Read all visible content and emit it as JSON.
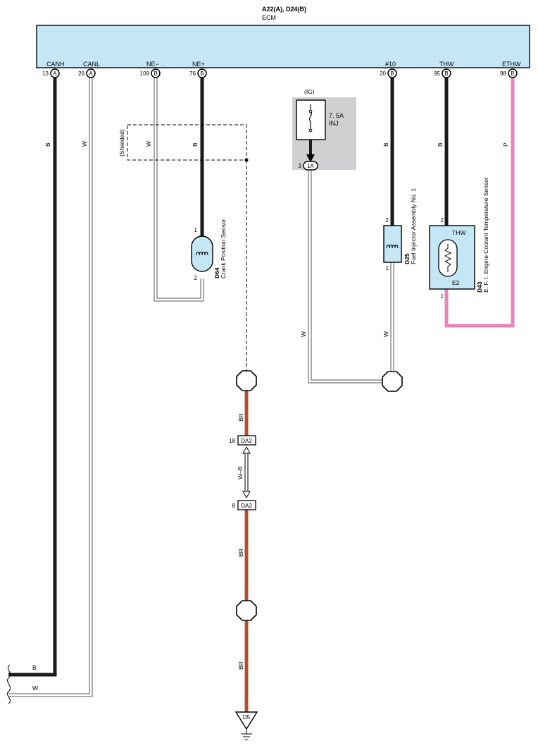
{
  "ecm": {
    "connectors": "A22(A), D24(B)",
    "name": "ECM",
    "pins": [
      {
        "label": "CANH",
        "num": "13",
        "conn": "A"
      },
      {
        "label": "CANL",
        "num": "26",
        "conn": "A"
      },
      {
        "label": "NE−",
        "num": "109",
        "conn": "B"
      },
      {
        "label": "NE+",
        "num": "76",
        "conn": "B"
      },
      {
        "label": "#10",
        "num": "20",
        "conn": "B"
      },
      {
        "label": "THW",
        "num": "95",
        "conn": "B"
      },
      {
        "label": "ETHW",
        "num": "98",
        "conn": "B"
      }
    ],
    "fill_color": "#c4e6f5"
  },
  "wires": {
    "canh": "B",
    "canl": "W",
    "ne_minus": "W",
    "ne_plus": "B",
    "inj_supply": "W",
    "no10": "B",
    "injector_return": "W",
    "thw": "B",
    "ethw": "P",
    "shield_1": "BR",
    "shield_jumper": "W–B",
    "shield_2": "BR",
    "shield_3": "BR",
    "bottom_canh": "B",
    "bottom_canl": "W"
  },
  "colors": {
    "black_wire": "#1a1a1a",
    "pink_wire": "#e985b8",
    "brown_wire": "#b0512e",
    "fuse_box": "#d0d0d2",
    "component_fill": "#c4e6f5"
  },
  "shielded_label": "(Shielded)",
  "fuse": {
    "ig_label": "(IG)",
    "rating": "7. 5A",
    "name": "INJ",
    "pin_num": "3",
    "pin_conn": "1A"
  },
  "crank_sensor": {
    "code": "D64",
    "name": "Crank Position Sensor",
    "pin1": "1",
    "pin2": "2"
  },
  "injector": {
    "code": "D25",
    "name": "Fuel Injector Assembly No. 1",
    "pin2": "2",
    "pin1": "1"
  },
  "coolant_sensor": {
    "code": "D43",
    "name": "E. F. I.  Engine Coolant Temperature Sensor",
    "thw": "THW",
    "e2": "E2",
    "pin2": "2",
    "pin1": "1"
  },
  "junction": {
    "conn_label": "DA2",
    "pin_top": "18",
    "pin_bottom": "8"
  },
  "ground": {
    "label": "D5"
  }
}
